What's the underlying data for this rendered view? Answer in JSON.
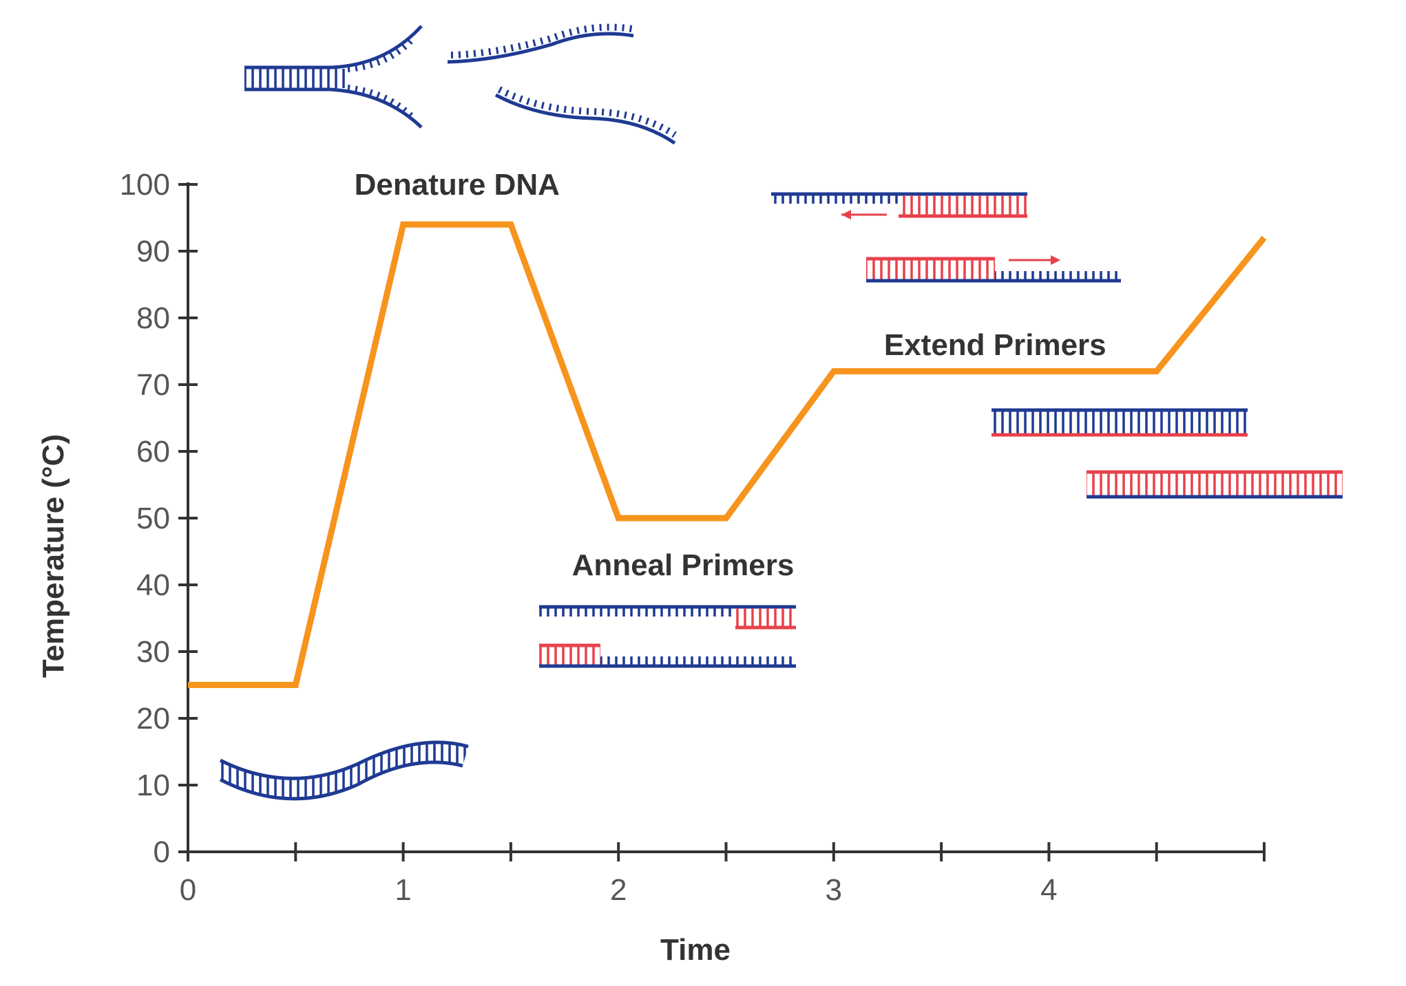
{
  "chart_data": {
    "type": "line",
    "xlabel": "Time",
    "ylabel": "Temperature (°C)",
    "xlim": [
      0,
      5
    ],
    "ylim": [
      0,
      100
    ],
    "x_ticks": [
      0,
      1,
      2,
      3,
      4
    ],
    "x_minor_ticks": [
      0.5,
      1.5,
      2.5,
      3.5,
      4.5,
      5
    ],
    "y_ticks": [
      0,
      10,
      20,
      30,
      40,
      50,
      60,
      70,
      80,
      90,
      100
    ],
    "grid": false,
    "legend": "none",
    "series": [
      {
        "color": "#f7941d",
        "x": [
          0,
          0.5,
          1.0,
          1.5,
          2.0,
          2.5,
          3.0,
          4.5,
          5.0
        ],
        "y": [
          25,
          25,
          94,
          94,
          50,
          50,
          72,
          72,
          92
        ]
      }
    ],
    "annotations": [
      {
        "text": "Denature DNA",
        "x": 1.25,
        "y": 100
      },
      {
        "text": "Anneal Primers",
        "x": 2.3,
        "y": 43
      },
      {
        "text": "Extend Primers",
        "x": 3.75,
        "y": 76
      }
    ]
  },
  "colors": {
    "curve": "#f7941d",
    "template_strand": "#1f3a93",
    "primer_strand": "#e8414b",
    "axis": "#333333"
  },
  "illustrations": [
    {
      "name": "dna-double-helix-icon"
    },
    {
      "name": "dna-denaturing-strands-icon"
    },
    {
      "name": "dna-single-strands-icon"
    },
    {
      "name": "primer-annealing-icon"
    },
    {
      "name": "primer-extension-icon"
    },
    {
      "name": "dna-copies-icon"
    }
  ]
}
